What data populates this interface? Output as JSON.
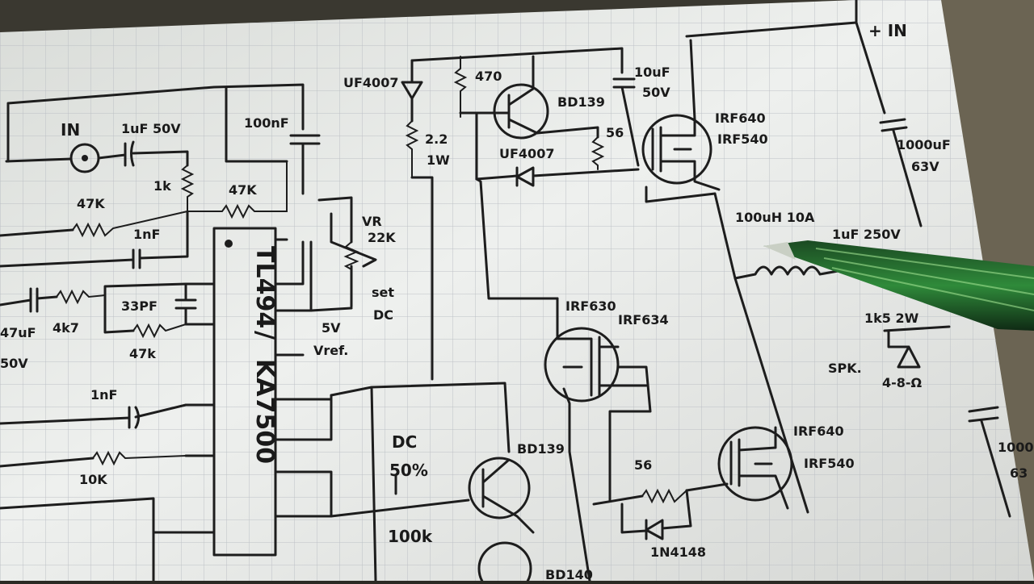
{
  "ic": {
    "line1": "TL494",
    "sep": "/",
    "line2": "KA7500"
  },
  "labels": {
    "in_top_right": "+ IN",
    "in_left": "IN",
    "cap_1uf_50v": "1uF 50V",
    "cap_100nf": "100nF",
    "res_1k": "1k",
    "res_47k_a": "47K",
    "res_47k_b": "47K",
    "res_47k_c": "47k",
    "cap_1nf_a": "1nF",
    "cap_1nf_b": "1nF",
    "cap_33pf": "33PF",
    "res_4k7": "4k7",
    "cap_47uf": "47uF",
    "v_50v": "50V",
    "res_10k": "10K",
    "vr": "VR",
    "vr_val": "22K",
    "set": "set",
    "dc": "DC",
    "v5": "5V",
    "vref": "Vref.",
    "diode_top_left": "UF4007",
    "res_2_2": "2.2",
    "res_1w": "1W",
    "res_470": "470",
    "bd139_top": "BD139",
    "diode_mid": "UF4007",
    "res_56_top": "56",
    "cap_10uf": "10uF",
    "cap_10uf_v": "50V",
    "mosfet_top_a": "IRF640",
    "mosfet_top_b": "IRF540",
    "cap_1000uf": "1000uF",
    "cap_1000uf_v": "63V",
    "inductor": "100uH 10A",
    "cap_1uf_250v": "1uF 250V",
    "res_1k5_2w": "1k5 2W",
    "speaker": "SPK.",
    "speaker_ohm": "4-8-Ω",
    "mosfet_mid_a": "IRF630",
    "mosfet_mid_b": "IRF634",
    "dc_label": "DC",
    "dc_50": "50%",
    "res_100k": "100k",
    "bd139_bottom": "BD139",
    "res_56_bottom": "56",
    "diode_1n4148": "1N4148",
    "mosfet_bot_a": "IRF640",
    "mosfet_bot_b": "IRF540",
    "bd140": "BD140",
    "cap_1000_bottom": "1000",
    "cap_63_bottom": "63"
  }
}
